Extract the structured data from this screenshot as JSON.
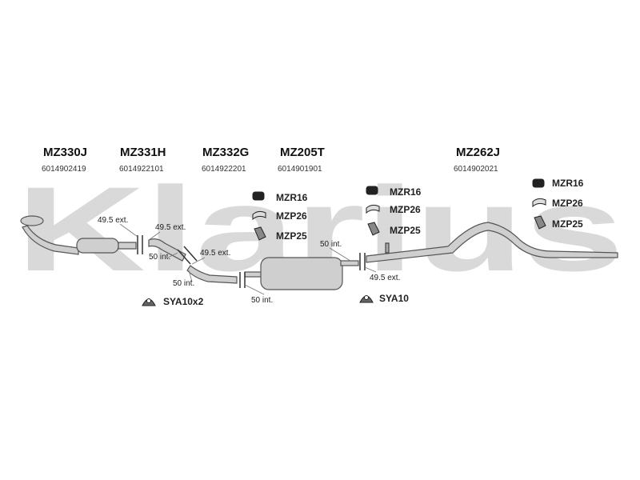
{
  "watermark": "Klarius",
  "parts": [
    {
      "code": "MZ330J",
      "number": "6014902419"
    },
    {
      "code": "MZ331H",
      "number": "6014922101"
    },
    {
      "code": "MZ332G",
      "number": "6014922201"
    },
    {
      "code": "MZ205T",
      "number": "6014901901"
    },
    {
      "code": "MZ262J",
      "number": "6014902021"
    }
  ],
  "mounts_group1": [
    "MZR16",
    "MZP26",
    "MZP25"
  ],
  "mounts_group2": [
    "MZR16",
    "MZP26",
    "MZP25"
  ],
  "mounts_group3": [
    "MZR16",
    "MZP26",
    "MZP25"
  ],
  "clamps": [
    "SYA10x2",
    "SYA10"
  ],
  "joints": [
    "49.5 ext.",
    "49.5 ext.",
    "50 int.",
    "49.5 ext.",
    "50 int.",
    "50 int.",
    "50 int.",
    "49.5 ext."
  ],
  "colors": {
    "watermark": "#d9d9d9",
    "pipe": "#555555",
    "pipe_fill": "#cfcfcf"
  }
}
